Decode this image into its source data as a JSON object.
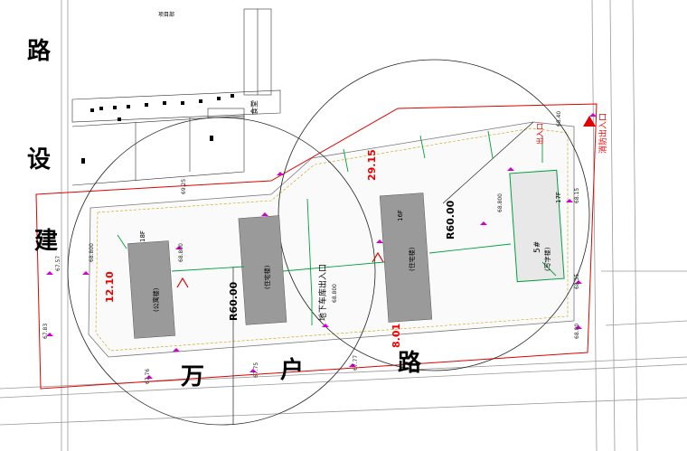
{
  "roads": {
    "jianshe_1": "设",
    "jianshe_2": "建",
    "jianshe_3": "路",
    "wanhu_1": "万",
    "wanhu_2": "户",
    "wanhu_3": "路"
  },
  "radii": {
    "left": "R60.00",
    "right": "R60.00"
  },
  "dimensions": {
    "d1": "29.15",
    "d2": "12.10",
    "d3": "8.01"
  },
  "labels": {
    "basement_entry": "地下车库出入口",
    "fire_exit": "消防出入口",
    "fire_exit_upper": "出入口",
    "canteen": "食堂",
    "b18": "18F",
    "b17": "17F",
    "b16": "16F",
    "b5": "5#",
    "tower_note_1": "(公寓楼)",
    "tower_note_2": "(住宅楼)",
    "tower_note_3": "(住宅楼)",
    "tower_note_4": "(写字楼)",
    "title_block": "项目部"
  },
  "elevations": [
    "68.800",
    "68.800",
    "68.800",
    "68.800",
    "67.57",
    "67.83",
    "67.76",
    "67.75",
    "67.77",
    "68.00",
    "68.15",
    "68.35",
    "69.25",
    "68.40"
  ],
  "colors": {
    "boundary": "#e00000",
    "green": "#00a040",
    "magenta": "#e000e0",
    "building": "#8a8a8a"
  }
}
